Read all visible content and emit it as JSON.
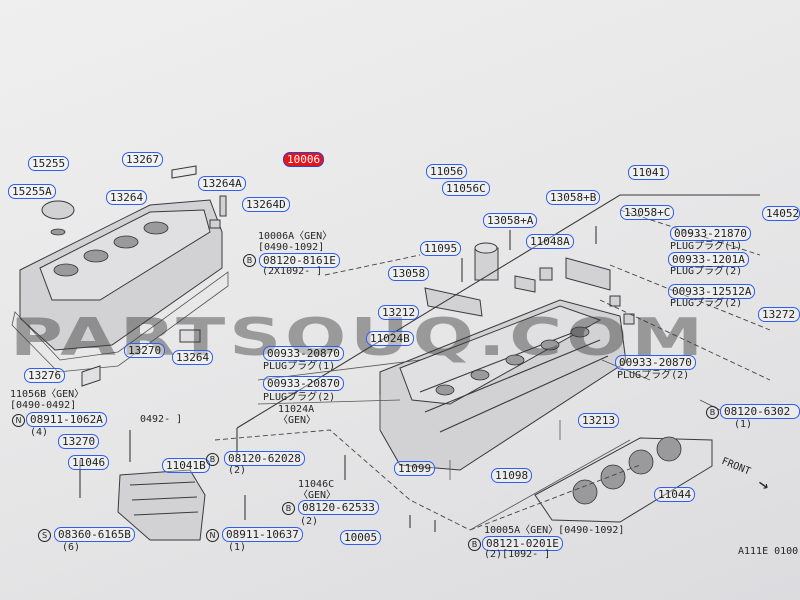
{
  "diagram": {
    "watermark": "PARTSOUQ.COM",
    "figure_code": "A111E 0100",
    "front_label": "FRONT",
    "callouts": {
      "c13": "13270",
      "c14": "13264",
      "c15": "13276",
      "c1": "15255",
      "c2": "15255A",
      "c3": "13267",
      "c4": "13264A",
      "c5": "13264",
      "c6": "13264D",
      "c7": "10006",
      "c8": "08120-8161E",
      "c9": "11056",
      "c10": "11056C",
      "c11": "11041",
      "c12": "14052",
      "c16": "08911-1062A",
      "c17": "13270",
      "c18": "11046",
      "c19": "11041B",
      "c20": "08360-6165B",
      "c21": "08120-62028",
      "c22": "08120-62533",
      "c23": "08911-10637",
      "c24": "10005",
      "c25": "08121-0201E",
      "c26": "11099",
      "c27": "11098",
      "c28": "11044",
      "c29": "13213",
      "c30": "08120-6302",
      "c31": "13272",
      "c32": "00933-20870",
      "c33": "00933-12512A",
      "c34": "00933-1201A",
      "c35": "00933-21870",
      "c36": "13058+B",
      "c37": "13058+C",
      "c38": "13058+A",
      "c39": "11048A",
      "c40": "11095",
      "c41": "13058",
      "c42": "13212",
      "c43": "11024B",
      "c44": "00933-20870",
      "c45": "00933-20870"
    },
    "notes": {
      "n1": "10006A〈GEN〉",
      "n2": "[0490-1092]",
      "n3": "(2X1092-  ]",
      "n4": "11056B〈GEN〉",
      "n5": "[0490-0492]",
      "n6": "0492-    ]",
      "n7": "(4)",
      "n8": "(6)",
      "n9": "(2)",
      "n10": "11046C",
      "n11": "〈GEN〉",
      "n12": "(2)",
      "n13": "(1)",
      "n14": "10005A〈GEN〉[0490-1092]",
      "n15": "(2)[1092-  ]",
      "n16": "11024A",
      "n17": "〈GEN〉",
      "n18": "PLUGプラグ(1)",
      "n19": "PLUGプラグ(2)",
      "n20": "PLUGプラグ(2)",
      "n21": "PLUGプラグ(1)",
      "n22": "PLUGプラグ(2)",
      "n23": "PLUGプラグ(2)",
      "n24": "(1)"
    },
    "markers": {
      "m1": "B",
      "m2": "N",
      "m3": "S",
      "m4": "B",
      "m5": "N",
      "m6": "B",
      "m7": "B"
    },
    "selected_part": "10006"
  }
}
